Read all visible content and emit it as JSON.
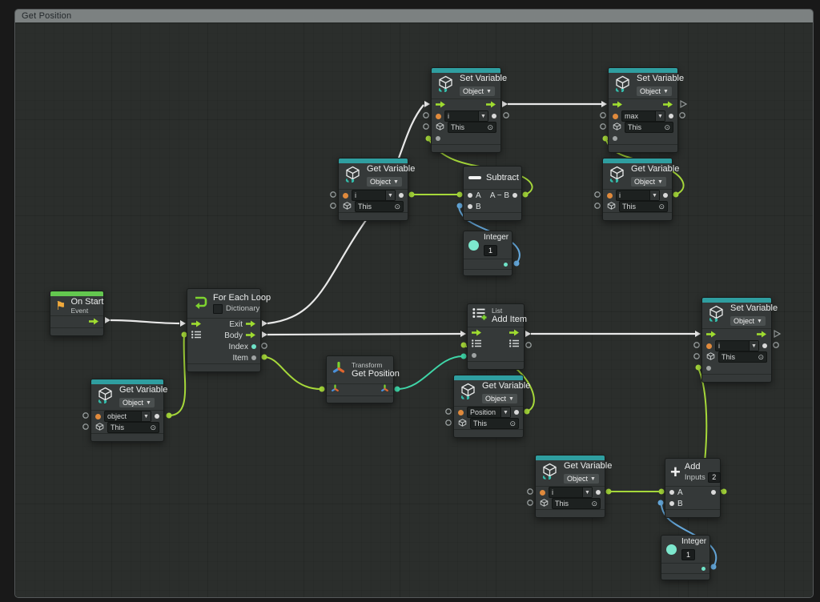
{
  "window": {
    "title": "Get Position"
  },
  "colors": {
    "canvas_bg": "#2b2e2c",
    "titlebar_bg": "#7c8181",
    "node_bg": "#353939",
    "accent_teal": "#2f9ea0",
    "accent_green": "#63c74f",
    "wire_flow": "#e8e8e8",
    "wire_value": "#a6d83a",
    "wire_vector": "#3fd6a8",
    "wire_number": "#66aade",
    "port_orange": "#e08a3c",
    "port_teal": "#6fe3c8"
  },
  "nodes": {
    "on_start": {
      "title": "On Start",
      "subtitle": "Event"
    },
    "for_each": {
      "title": "For Each Loop",
      "option": "Dictionary",
      "ports": {
        "exit": "Exit",
        "body": "Body",
        "index": "Index",
        "item": "Item"
      }
    },
    "get_var_object": {
      "title": "Get Variable",
      "kind": "Object",
      "name": "object",
      "target": "This"
    },
    "set_var_i_top": {
      "title": "Set Variable",
      "kind": "Object",
      "name": "i",
      "target": "This"
    },
    "set_var_max": {
      "title": "Set Variable",
      "kind": "Object",
      "name": "max",
      "target": "This"
    },
    "get_var_i_mid": {
      "title": "Get Variable",
      "kind": "Object",
      "name": "i",
      "target": "This"
    },
    "get_var_i_exit": {
      "title": "Get Variable",
      "kind": "Object",
      "name": "i",
      "target": "This"
    },
    "subtract": {
      "title": "Subtract",
      "a": "A",
      "b": "B",
      "out": "A − B"
    },
    "integer_top": {
      "title": "Integer",
      "value": "1"
    },
    "list_add_item": {
      "group": "List",
      "title": "Add Item"
    },
    "transform_get_position": {
      "group": "Transform",
      "title": "Get Position"
    },
    "get_var_position": {
      "title": "Get Variable",
      "kind": "Object",
      "name": "Position",
      "target": "This"
    },
    "set_var_i_right": {
      "title": "Set Variable",
      "kind": "Object",
      "name": "i",
      "target": "This"
    },
    "get_var_i_bottom": {
      "title": "Get Variable",
      "kind": "Object",
      "name": "i",
      "target": "This"
    },
    "add": {
      "title": "Add",
      "inputs_label": "Inputs",
      "inputs_count": "2",
      "a": "A",
      "b": "B"
    },
    "integer_bottom": {
      "title": "Integer",
      "value": "1"
    }
  },
  "wires": [
    {
      "id": "onstart-to-foreach",
      "type": "flow"
    },
    {
      "id": "foreach-exit-to-set-i",
      "type": "flow"
    },
    {
      "id": "set-i-to-set-max",
      "type": "flow"
    },
    {
      "id": "foreach-body-to-add-item",
      "type": "flow"
    },
    {
      "id": "add-item-to-set-i-right",
      "type": "flow"
    },
    {
      "id": "get-object-to-foreach-list",
      "type": "value"
    },
    {
      "id": "foreach-item-to-get-position",
      "type": "value"
    },
    {
      "id": "get-position-to-add-item-value",
      "type": "vector"
    },
    {
      "id": "get-position-var-to-add-item-list",
      "type": "value"
    },
    {
      "id": "get-i-to-subtract-a",
      "type": "value"
    },
    {
      "id": "integer-top-to-subtract-b",
      "type": "number"
    },
    {
      "id": "subtract-to-set-i-value",
      "type": "value"
    },
    {
      "id": "get-i-exit-to-set-max-value",
      "type": "value"
    },
    {
      "id": "get-i-to-add-a",
      "type": "value"
    },
    {
      "id": "integer-bottom-to-add-b",
      "type": "number"
    },
    {
      "id": "add-to-set-i-right-value",
      "type": "value"
    }
  ]
}
